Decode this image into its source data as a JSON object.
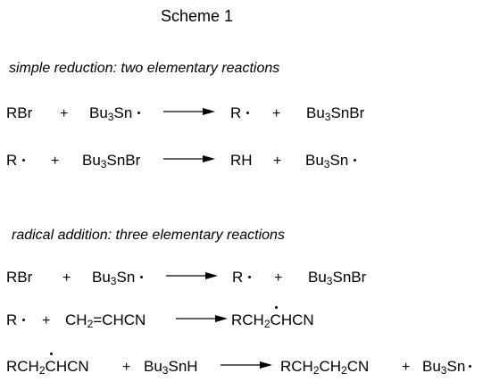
{
  "title": "Scheme 1",
  "sections": [
    {
      "heading": "simple reduction:  two elementary reactions"
    },
    {
      "heading": "radical addition:  three elementary reactions"
    }
  ],
  "reactions": {
    "r1": {
      "a": "RBr",
      "b_pre": "Bu",
      "b_sub": "3",
      "b_post": "Sn",
      "p1": "R",
      "p2_pre": "Bu",
      "p2_sub": "3",
      "p2_post": "SnBr"
    },
    "r2": {
      "a": "R",
      "b_pre": "Bu",
      "b_sub": "3",
      "b_post": "SnBr",
      "p1": "RH",
      "p2_pre": "Bu",
      "p2_sub": "3",
      "p2_post": "Sn"
    },
    "r3": {
      "a": "RBr",
      "b_pre": "Bu",
      "b_sub": "3",
      "b_post": "Sn",
      "p1": "R",
      "p2_pre": "Bu",
      "p2_sub": "3",
      "p2_post": "SnBr"
    },
    "r4": {
      "a": "R",
      "b_pre": "CH",
      "b_sub": "2",
      "b_post": "=CHCN",
      "p_pre": "RCH",
      "p_sub": "2",
      "p_c": "C",
      "p_post": "HCN"
    },
    "r5": {
      "a_pre": "RCH",
      "a_sub": "2",
      "a_c": "C",
      "a_post": "HCN",
      "b_pre": "Bu",
      "b_sub": "3",
      "b_post": "SnH",
      "p1_pre": "RCH",
      "p1_sub1": "2",
      "p1_mid": "CH",
      "p1_sub2": "2",
      "p1_post": "CN",
      "p2_pre": "Bu",
      "p2_sub": "3",
      "p2_post": "Sn"
    }
  },
  "plus_sign": "+"
}
